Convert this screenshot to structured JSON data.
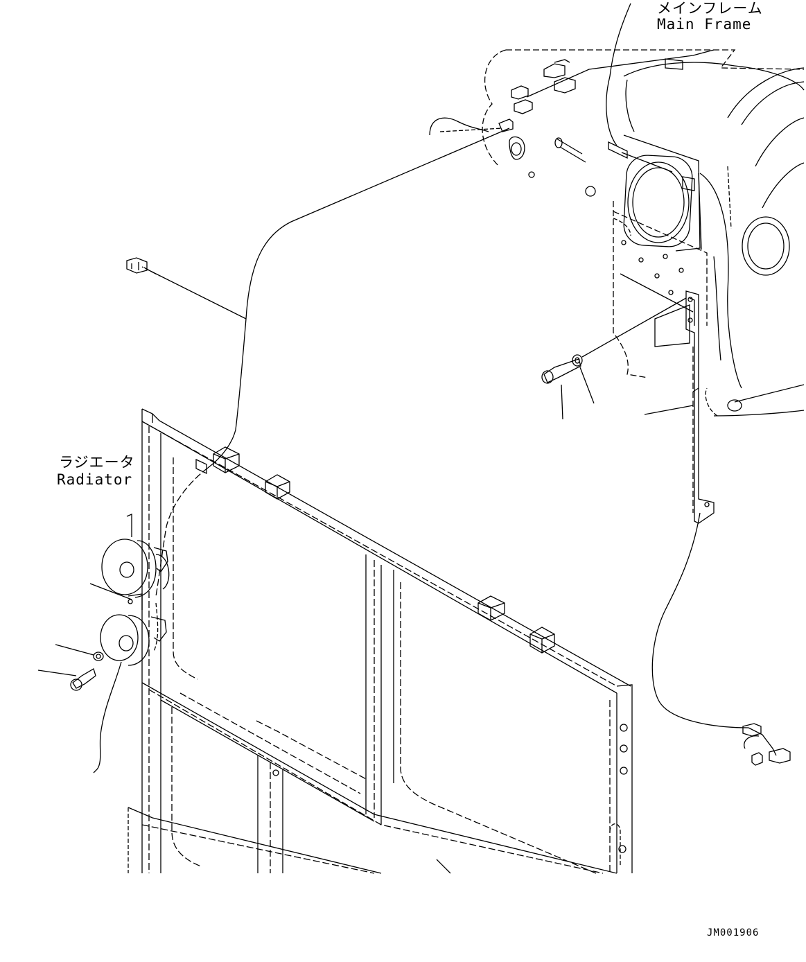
{
  "labels": {
    "main_frame_jp": "メインフレーム",
    "main_frame_en": "Main Frame",
    "radiator_jp": "ラジエータ",
    "radiator_en": "Radiator",
    "drawing_code": "JM001906"
  },
  "colors": {
    "line": "#000000",
    "background": "#ffffff"
  }
}
